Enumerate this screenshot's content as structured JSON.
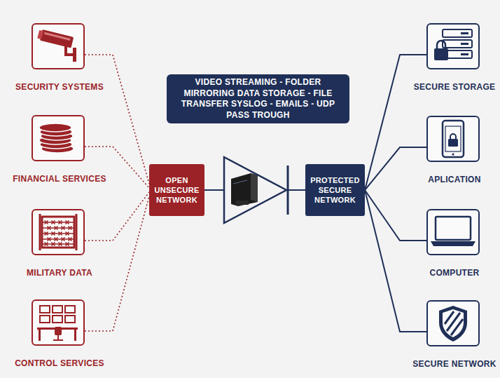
{
  "diagram": {
    "nodes": [
      {
        "text": [
          "SECURITY SYSTEMS"
        ]
      },
      {
        "text": [
          "FINANCIAL SERVICES"
        ]
      },
      {
        "text": [
          "MILITARY DATA"
        ]
      },
      {
        "text": [
          "CONTROL SERVICES"
        ]
      },
      {
        "text": [
          "VIDEO STREAMING - FOLDER MIRRORING DATA STORAGE - FILE TRANSFER SYSLOG - EMAILS - UDP PASS TROUGH"
        ]
      },
      {
        "text": [
          "OPEN UNSECURE NETWORK"
        ]
      },
      {
        "text": [
          "PROTECTED SECURE NETWORK"
        ]
      },
      {
        "text": [
          "SECURE STORAGE"
        ]
      },
      {
        "text": [
          "APLICATION"
        ]
      },
      {
        "text": [
          "COMPUTER"
        ]
      },
      {
        "text": [
          "SECURE NETWORK"
        ]
      }
    ],
    "edges": [
      {
        "from": 0,
        "to": 5,
        "arrow": "none"
      },
      {
        "from": 1,
        "to": 5,
        "arrow": "none"
      },
      {
        "from": 2,
        "to": 5,
        "arrow": "none"
      },
      {
        "from": 3,
        "to": 5,
        "arrow": "none"
      },
      {
        "from": 5,
        "to": 6,
        "arrow": "none"
      },
      {
        "from": 6,
        "to": 7,
        "arrow": "none"
      },
      {
        "from": 6,
        "to": 8,
        "arrow": "none"
      },
      {
        "from": 6,
        "to": 9,
        "arrow": "none"
      },
      {
        "from": 6,
        "to": 10,
        "arrow": "none"
      }
    ]
  }
}
